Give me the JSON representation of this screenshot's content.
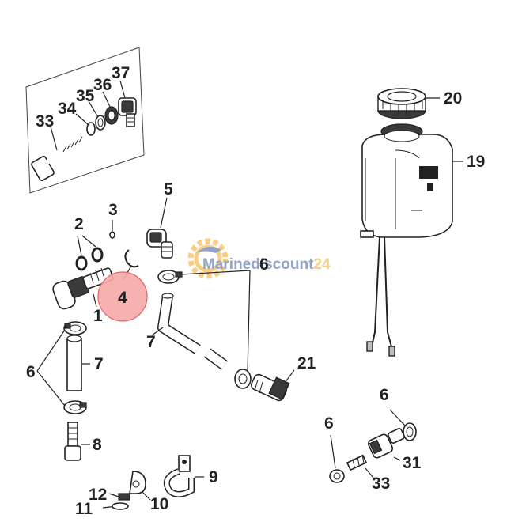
{
  "watermark": {
    "brand_part1": "Marine",
    "brand_part2": "discount",
    "brand_part3": "24",
    "color_primary": "#3b5998",
    "color_accent": "#f5a623"
  },
  "highlight": {
    "label": "4",
    "fill_color": "#f7a8a8",
    "stroke_color": "#e06666"
  },
  "callouts": {
    "c1": "1",
    "c2": "2",
    "c3": "3",
    "c5": "5",
    "c6_top": "6",
    "c6_left": "6",
    "c6_right_top": "6",
    "c6_right_left": "6",
    "c7_upper": "7",
    "c7_lower": "7",
    "c8": "8",
    "c9": "9",
    "c10": "10",
    "c11": "11",
    "c12": "12",
    "c19": "19",
    "c20": "20",
    "c21": "21",
    "c31": "31",
    "c33_right": "33",
    "c33_inset": "33",
    "c34": "34",
    "c35": "35",
    "c36": "36",
    "c37": "37"
  }
}
